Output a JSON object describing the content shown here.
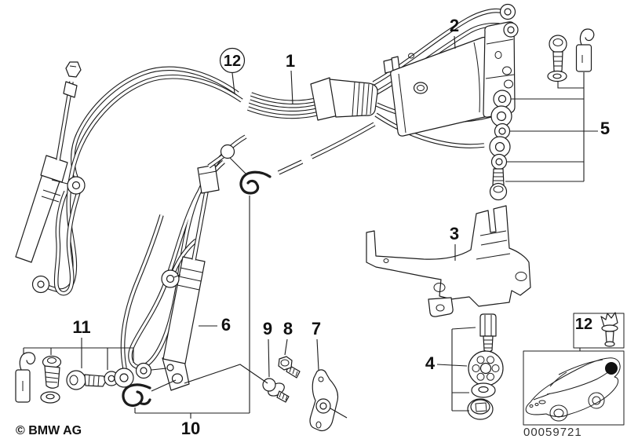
{
  "colors": {
    "background": "#ffffff",
    "line": "#1c1c1c"
  },
  "callouts": {
    "c12_top": "12",
    "c1": "1",
    "c2": "2",
    "c3": "3",
    "c4": "4",
    "c5": "5",
    "c6": "6",
    "c7": "7",
    "c8": "8",
    "c9": "9",
    "c10": "10",
    "c11": "11",
    "c12_inset": "12"
  },
  "footer": {
    "copyright": "© BMW AG",
    "diagram_number": "00059721"
  }
}
